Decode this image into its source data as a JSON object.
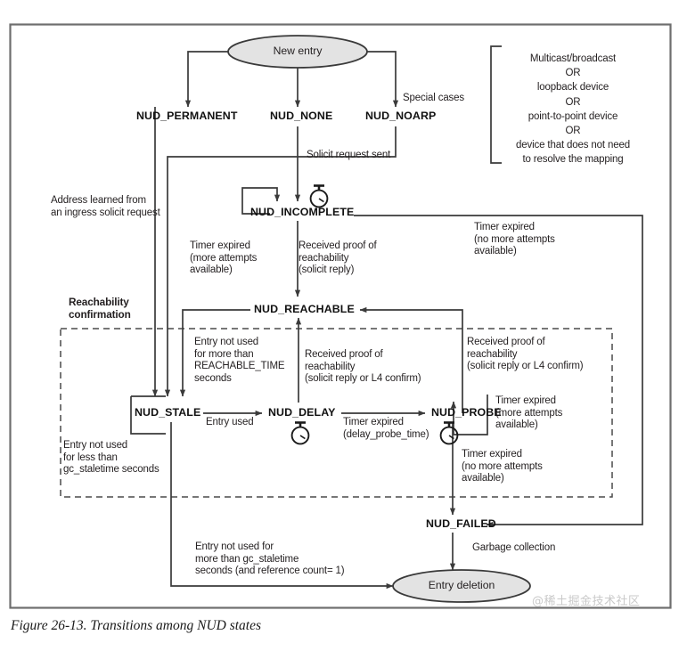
{
  "figure": {
    "caption": "Figure 26-13. Transitions among NUD states",
    "watermark": "@稀土掘金技术社区",
    "colors": {
      "border": "#6e6e6e",
      "line": "#3a3a3a",
      "node_fill": "#e3e3e3",
      "text": "#231f20"
    }
  },
  "nodes": {
    "new_entry": "New entry",
    "entry_deletion": "Entry deletion"
  },
  "states": {
    "permanent": "NUD_PERMANENT",
    "none": "NUD_NONE",
    "noarp": "NUD_NOARP",
    "incomplete": "NUD_INCOMPLETE",
    "reachable": "NUD_REACHABLE",
    "stale": "NUD_STALE",
    "delay": "NUD_DELAY",
    "probe": "NUD_PROBE",
    "failed": "NUD_FAILED"
  },
  "labels": {
    "special_cases": "Special cases",
    "solicit_request_sent": "Solicit request sent",
    "address_learned": "Address learned from\nan ingress solicit request",
    "timer_expired_more_left": "Timer expired\n(more attempts\navailable)",
    "received_proof_solicit_reply": "Received proof of\nreachability\n(solicit reply)",
    "timer_expired_no_more_top": "Timer expired\n(no more attempts\navailable)",
    "reachability_confirmation": "Reachability\nconfirmation",
    "entry_not_used_reachable_time": "Entry not used\nfor more than\nREACHABLE_TIME\nseconds",
    "received_proof_l4_left": "Received proof of\nreachability\n(solicit reply or L4 confirm)",
    "received_proof_l4_right": "Received proof of\nreachability\n(solicit reply or L4 confirm)",
    "entry_used": "Entry used",
    "timer_expired_delay_probe_time": "Timer expired\n(delay_probe_time)",
    "timer_expired_more_right": "Timer expired\n(more attempts\navailable)",
    "timer_expired_no_more_bottom": "Timer expired\n(no more attempts\navailable)",
    "entry_not_used_less_gc": "Entry not used\nfor less than\ngc_staletime seconds",
    "entry_not_used_more_gc": "Entry not used for\nmore than gc_staletime\nseconds (and reference count= 1)",
    "garbage_collection": "Garbage collection"
  },
  "special_cases_note": "Multicast/broadcast\nOR\nloopback device\nOR\npoint-to-point device\nOR\ndevice that does not need\nto resolve the mapping",
  "icons": {
    "timer": "stopwatch-icon"
  }
}
